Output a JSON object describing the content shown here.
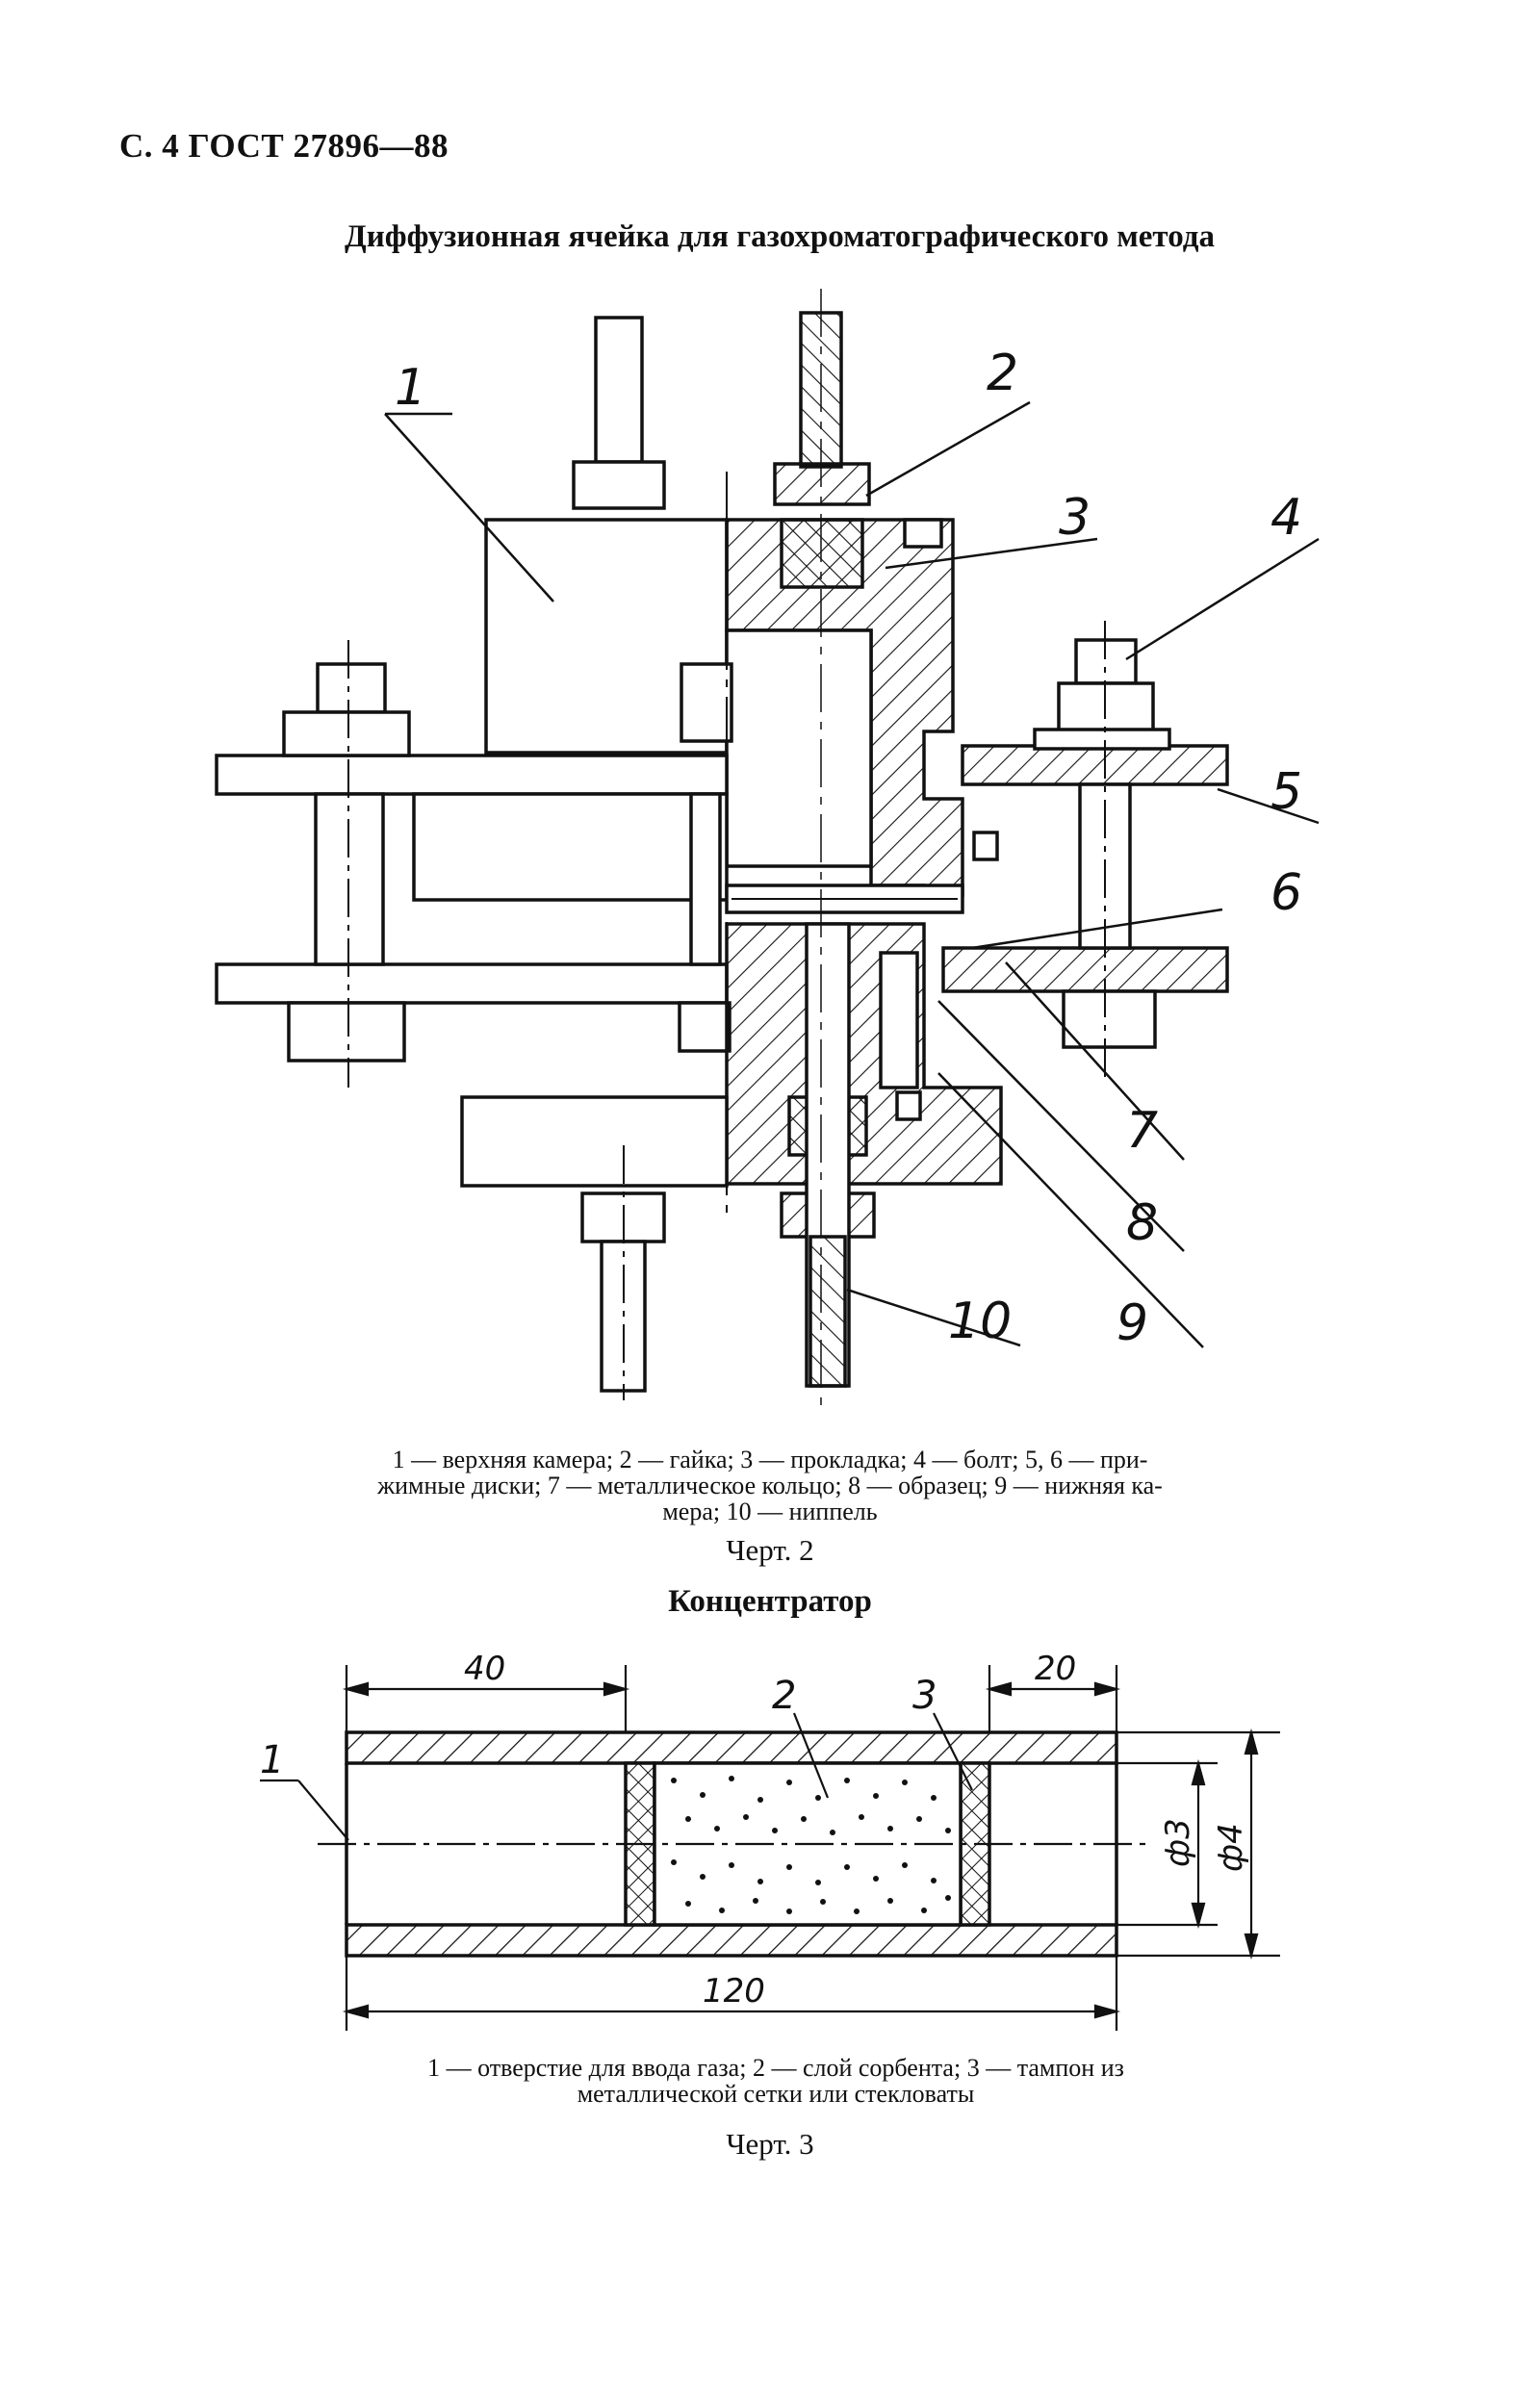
{
  "page_header": "С. 4 ГОСТ 27896—88",
  "figure2": {
    "title": "Диффузионная ячейка для газохроматографического метода",
    "callouts": [
      "1",
      "2",
      "3",
      "4",
      "5",
      "6",
      "7",
      "8",
      "9",
      "10"
    ],
    "caption_lines": [
      "1 — верхняя камера; 2 — гайка; 3 — прокладка; 4 — болт; 5, 6 — при-",
      "жимные диски; 7 — металлическое кольцо; 8 — образец; 9 — нижняя ка-",
      "мера; 10 — ниппель"
    ],
    "label": "Черт. 2"
  },
  "figure3": {
    "title": "Концентратор",
    "callouts": [
      "1",
      "2",
      "3"
    ],
    "dimensions": {
      "d40": "40",
      "d20": "20",
      "d120": "120",
      "dia3": "ф3",
      "dia4": "ф4"
    },
    "caption_lines": [
      "1 — отверстие для ввода газа; 2 — слой сорбента; 3 — тампон из",
      "металлической сетки или стекловаты"
    ],
    "label": "Черт. 3"
  }
}
